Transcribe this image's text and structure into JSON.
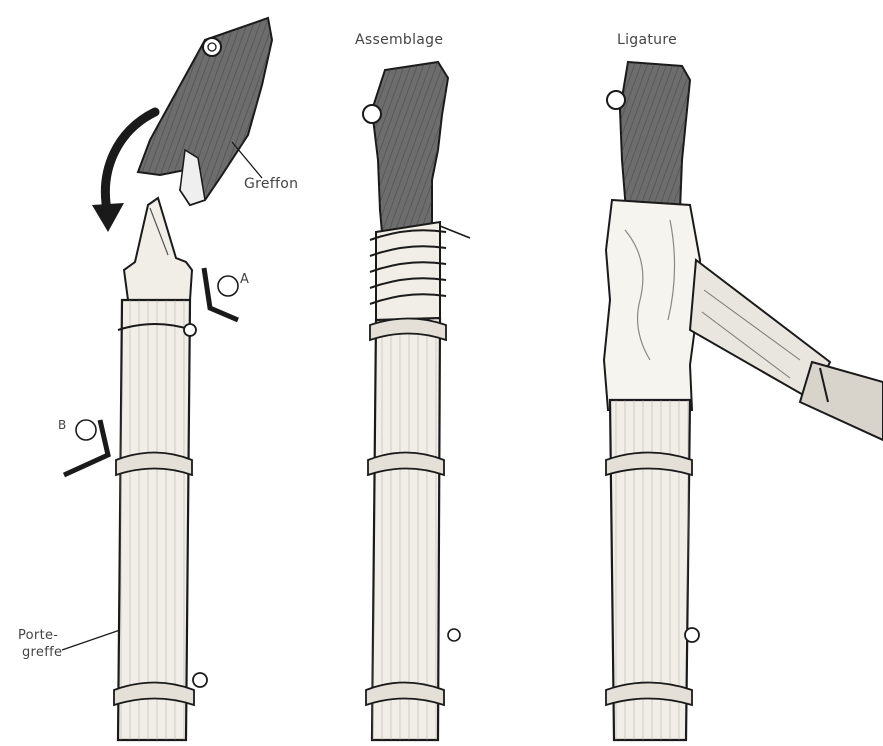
{
  "labels": {
    "top_caption": "",
    "assemblage": "Assemblage",
    "ligature": "Ligature",
    "greffon": "Greffon",
    "porte_greffe_line1": "Porte-",
    "porte_greffe_line2": "greffe",
    "mark_a": "A",
    "mark_b": "B"
  },
  "colors": {
    "ink": "#1a1a1a",
    "stem_fill": "#f1eee8",
    "scion_fill": "#6d6d6d",
    "wrap_fill": "#f6f4ef",
    "tool_fill": "#e9e6e0",
    "background": "#ffffff"
  }
}
